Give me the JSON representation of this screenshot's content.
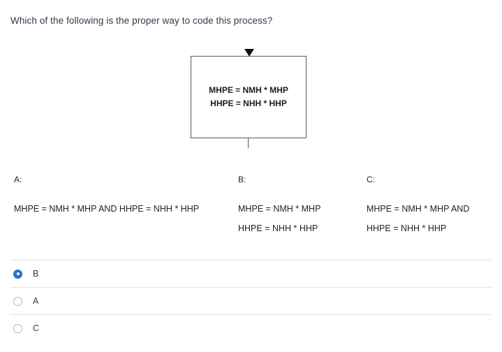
{
  "question": {
    "text": "Which of the following is the proper way to code this process?"
  },
  "diagram": {
    "type": "flowchart-process-box",
    "arrow_icon": "arrow-down-icon",
    "box_lines": [
      "MHPE = NMH * MHP",
      "HHPE = NHH * HHP"
    ]
  },
  "options": [
    {
      "key": "A:",
      "lines": [
        "MHPE = NMH * MHP AND HHPE = NHH * HHP"
      ]
    },
    {
      "key": "B:",
      "lines": [
        "MHPE = NMH * MHP",
        "HHPE = NHH * HHP"
      ]
    },
    {
      "key": "C:",
      "lines": [
        "MHPE = NMH * MHP AND",
        "HHPE = NHH * HHP"
      ]
    }
  ],
  "choices": [
    {
      "label": "B",
      "selected": true
    },
    {
      "label": "A",
      "selected": false
    },
    {
      "label": "C",
      "selected": false
    }
  ],
  "colors": {
    "accent": "#2b6fd4",
    "question_text": "#2d3b4e",
    "option_text": "#222222",
    "box_border": "#595959",
    "divider": "#e3e3e3"
  }
}
